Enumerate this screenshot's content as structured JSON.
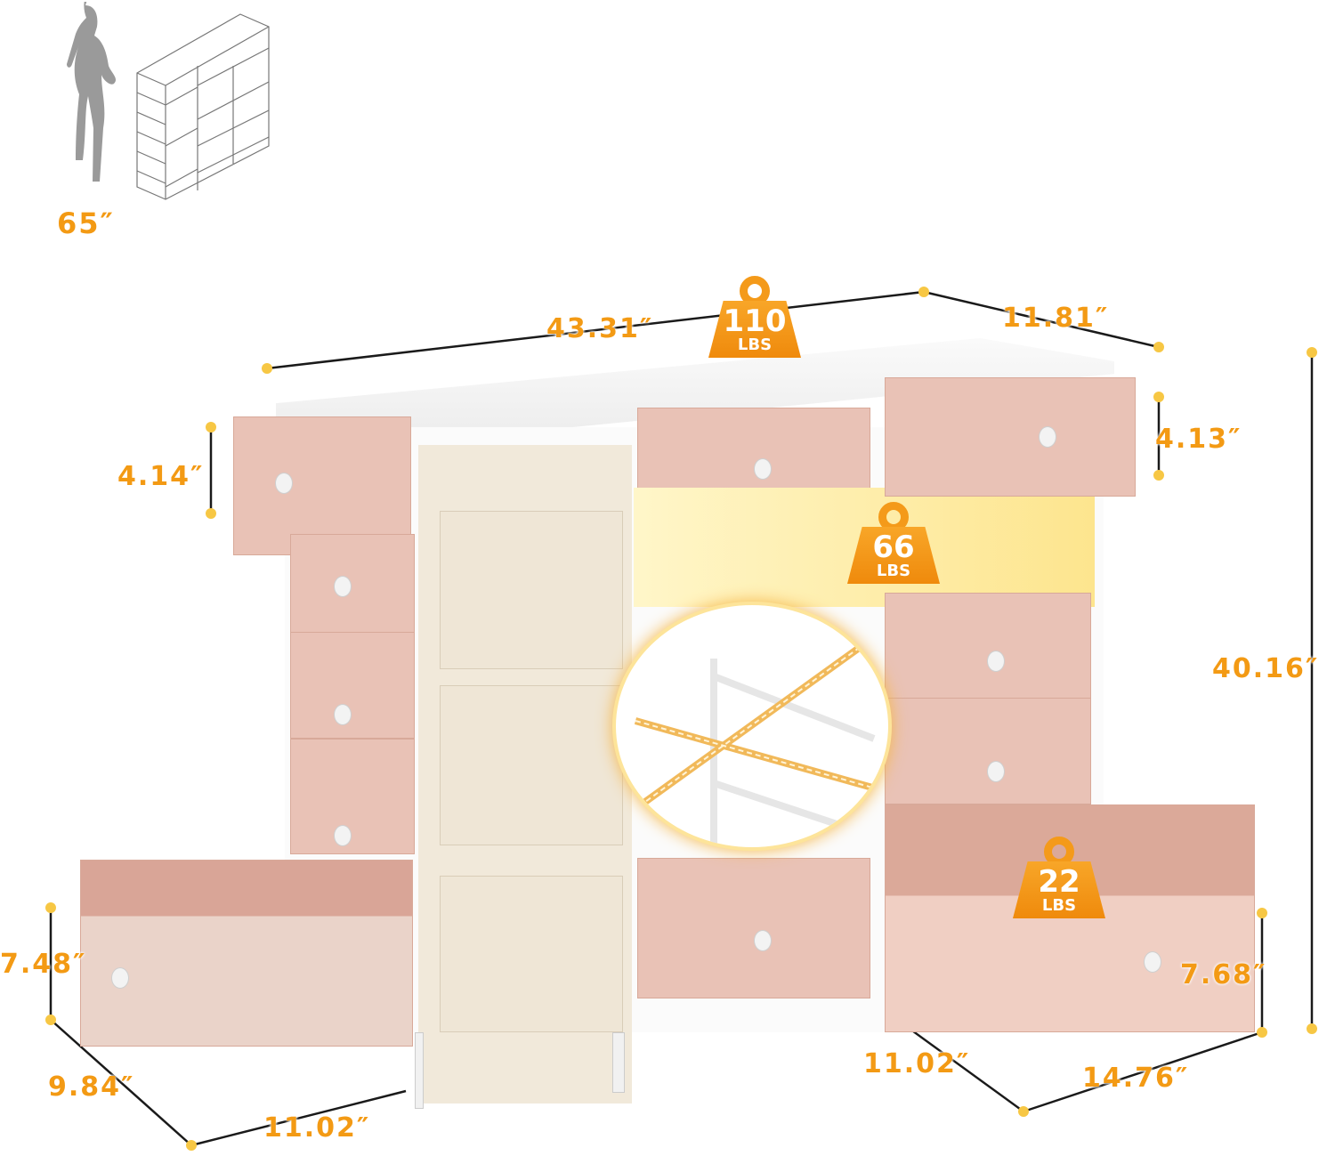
{
  "scale_reference": {
    "person_height": "65″"
  },
  "dimensions": {
    "overall_width": "43.31″",
    "overall_depth": "11.81″",
    "overall_height": "40.16″",
    "top_left_drawer_height": "4.14″",
    "top_right_drawer_height": "4.13″",
    "small_drawer_height": "7.48″",
    "small_drawer_depth": "9.84″",
    "small_drawer_width": "11.02″",
    "large_drawer_height": "7.68″",
    "large_drawer_depth": "11.02″",
    "large_drawer_width": "14.76″"
  },
  "load_capacity": {
    "top": {
      "value": "110",
      "unit": "LBS"
    },
    "shelf": {
      "value": "66",
      "unit": "LBS"
    },
    "drawer": {
      "value": "22",
      "unit": "LBS"
    }
  },
  "colors": {
    "accent": "#f39a14",
    "dot": "#f7c744",
    "drawer_pink": "#e9c2b6",
    "pouch_beige": "#efe6d6",
    "frame_white": "#ffffff"
  }
}
